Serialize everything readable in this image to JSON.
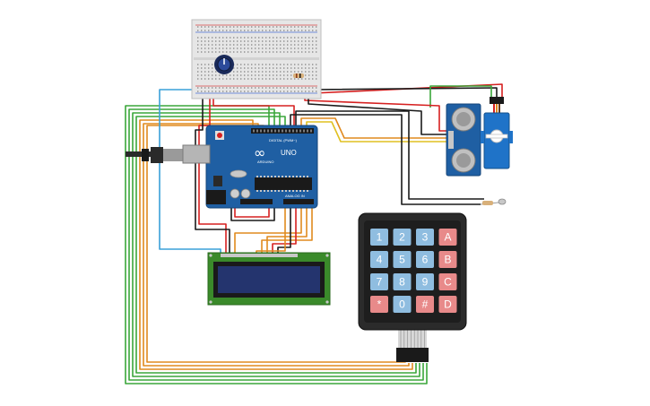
{
  "arduino": {
    "brand_label": "UNO",
    "sub_label": "ARDUINO",
    "logo_symbol": "∞",
    "pin_label_digital": "DIGITAL (PWM~)",
    "pin_label_analog": "ANALOG IN",
    "board_color": "#1f5fa3"
  },
  "keypad": {
    "keys": [
      [
        "1",
        "2",
        "3",
        "A"
      ],
      [
        "4",
        "5",
        "6",
        "B"
      ],
      [
        "7",
        "8",
        "9",
        "C"
      ],
      [
        "*",
        "0",
        "#",
        "D"
      ]
    ],
    "number_key_color": "#8fbde0",
    "letter_key_color": "#e88a8a",
    "body_color": "#2b2b2b"
  },
  "ultrasonic": {
    "body_color": "#1f5fa3"
  },
  "servo": {
    "body_color": "#1f73c8"
  },
  "lcd": {
    "screen_color": "#24346e",
    "pcb_color": "#3a8a2a"
  },
  "wire_colors": {
    "green": "#3aa63a",
    "orange": "#e08a1e",
    "red": "#d62020",
    "black": "#1a1a1a",
    "blue": "#3aa0d8",
    "yellow": "#e0c020",
    "gray": "#9a9a9a"
  }
}
